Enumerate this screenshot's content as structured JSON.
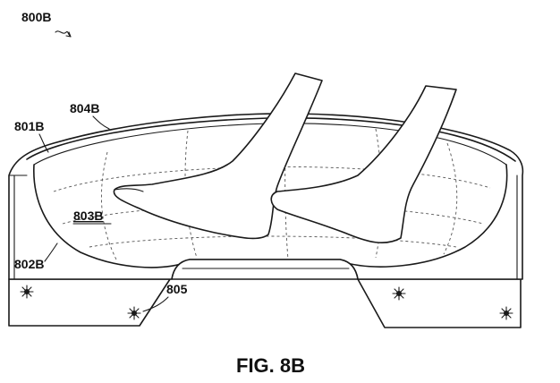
{
  "figure": {
    "ref_main": "800B",
    "labels": {
      "outer_wall": "801B",
      "rim": "804B",
      "inner_surface": "803B",
      "base": "802B",
      "emitter": "805"
    },
    "caption": "FIG. 8B"
  },
  "icons": {
    "emitter": "sun-burst-icon"
  }
}
